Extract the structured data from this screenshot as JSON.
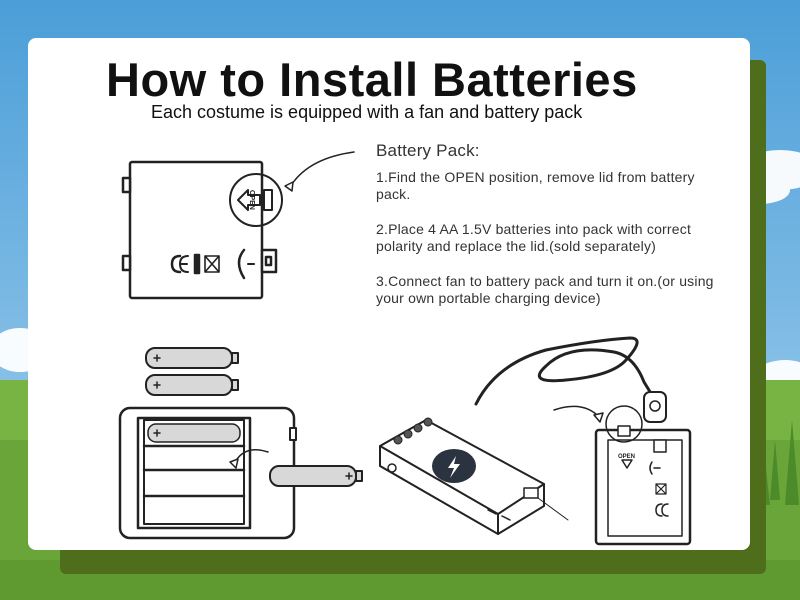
{
  "title": "How to Install Batteries",
  "subtitle": "Each costume is equipped with a fan and battery pack",
  "battery_pack": {
    "heading": "Battery Pack:",
    "steps": [
      "1.Find the OPEN position, remove lid from battery pack.",
      "2.Place 4 AA 1.5V batteries into pack with correct polarity and replace the lid.(sold separately)",
      "3.Connect fan to battery pack and turn it on.(or  using your own portable charging device)"
    ]
  },
  "diagram_labels": {
    "open_label": "OPEN",
    "ce_mark": "CE"
  },
  "colors": {
    "sky": "#5aa9dc",
    "grass": "#6fa83a",
    "card_shadow": "#4f6e1c",
    "power_bank_icon": "#2b3240"
  }
}
